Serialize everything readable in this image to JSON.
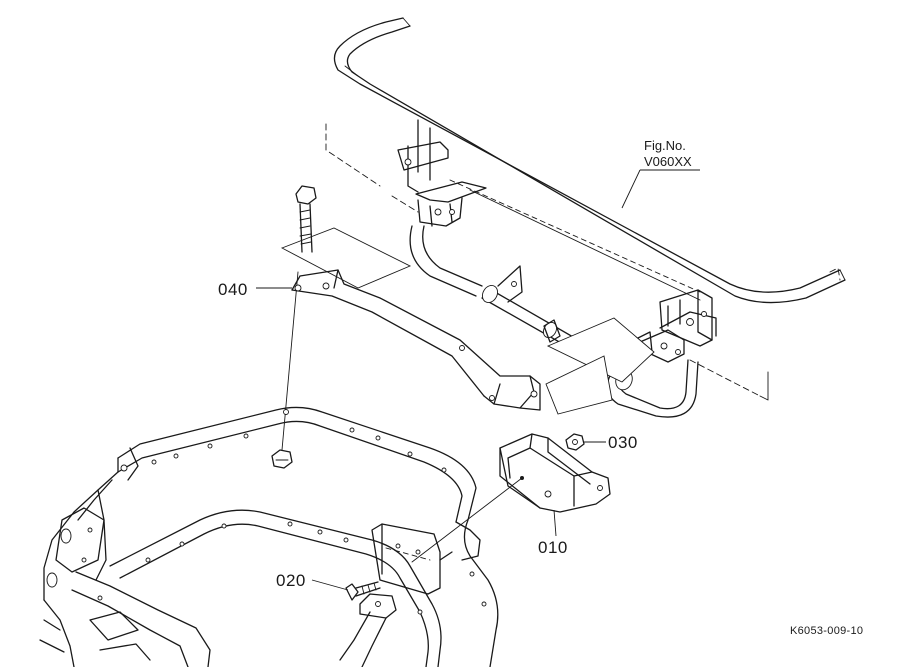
{
  "figure_ref": {
    "line1": "Fig.No.",
    "line2": "V060XX"
  },
  "parts": [
    {
      "id": "p010",
      "number": "010"
    },
    {
      "id": "p020",
      "number": "020"
    },
    {
      "id": "p030",
      "number": "030"
    },
    {
      "id": "p040",
      "number": "040"
    }
  ],
  "drawing_code": "K6053-009-10",
  "colors": {
    "line": "#1a1a1a",
    "background": "#ffffff"
  }
}
